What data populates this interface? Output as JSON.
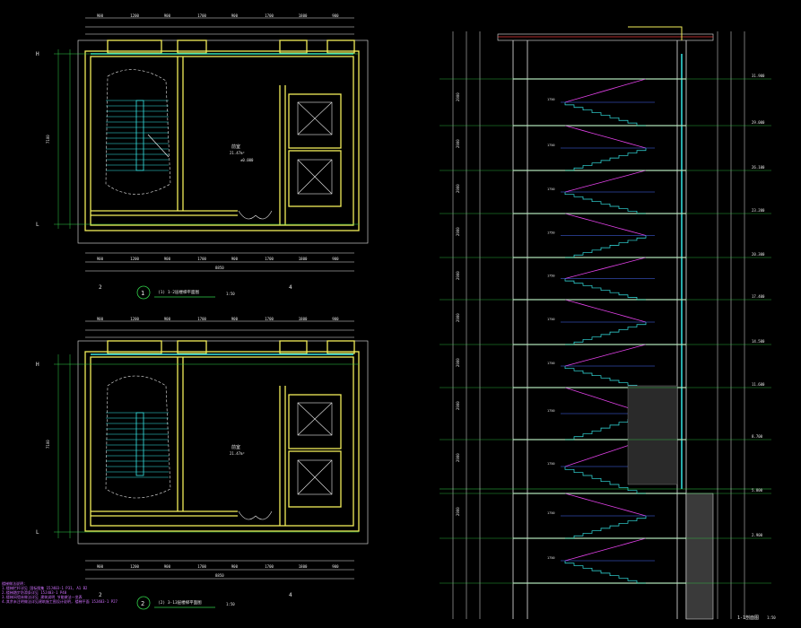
{
  "colors": {
    "wall": "#f2ee5a",
    "dim": "#e8e8e8",
    "axis": "#c8c8c8",
    "cyan": "#35e6e6",
    "magenta": "#e040e6",
    "green": "#32d24a",
    "blue": "#4a6cff",
    "red": "#e83a3a",
    "white": "#ffffff"
  },
  "plan1": {
    "title": "(1) 1-2层楼梯平面图",
    "number": "1",
    "scale": "1:50",
    "top_dims": [
      "900",
      "1200",
      "900",
      "1700",
      "900",
      "1700",
      "1800",
      "900"
    ],
    "bottom_dims": [
      "900",
      "1200",
      "900",
      "1700",
      "900",
      "1700",
      "1800",
      "900"
    ],
    "bottom_total": "8850",
    "axis_h": "H",
    "axis_l": "L",
    "axis_bottom_left": "2",
    "axis_bottom_right": "4",
    "left_dim": "7100",
    "room_label": "前室",
    "room_area": "21.47m²",
    "level": "±0.000"
  },
  "plan2": {
    "title": "(2) 3-13层楼梯平面图",
    "number": "2",
    "scale": "1:50",
    "top_dims": [
      "900",
      "1200",
      "900",
      "1700",
      "900",
      "1700",
      "1800",
      "900"
    ],
    "bottom_dims": [
      "900",
      "1200",
      "900",
      "1700",
      "900",
      "1700",
      "1800",
      "900"
    ],
    "bottom_total": "8850",
    "axis_h": "H",
    "axis_l": "L",
    "axis_bottom_left": "2",
    "axis_bottom_right": "4",
    "left_dim": "7100",
    "room_label": "前室",
    "room_area": "21.47m²"
  },
  "section": {
    "title": "1-1剖面图",
    "scale": "1:50",
    "floor_levels": [
      "2.900",
      "5.800",
      "8.700",
      "11.600",
      "14.500",
      "17.400",
      "20.300",
      "23.200",
      "26.100",
      "29.000",
      "31.900"
    ],
    "flight_dims": [
      "1750",
      "1750",
      "1750",
      "1750",
      "1750",
      "1750",
      "1750",
      "1750",
      "1750",
      "1750",
      "1750"
    ],
    "left_dims": [
      "2900",
      "2900",
      "2900",
      "2900",
      "2900",
      "2900",
      "2900",
      "2900",
      "2900",
      "2900"
    ]
  },
  "notes": [
    "楼梯做法说明:",
    "1.楼梯栏杆详见 国标图集 15J403-1 P31, A1 B2",
    "2.楼梯踏步防滑条详见 15J403-1 P40",
    "3.楼梯间墙体做法详见 建筑说明 节能做法一览表",
    "4.其余未注明做法详见建筑施工图设计说明, 楼梯平面 15J403-1 P27"
  ]
}
